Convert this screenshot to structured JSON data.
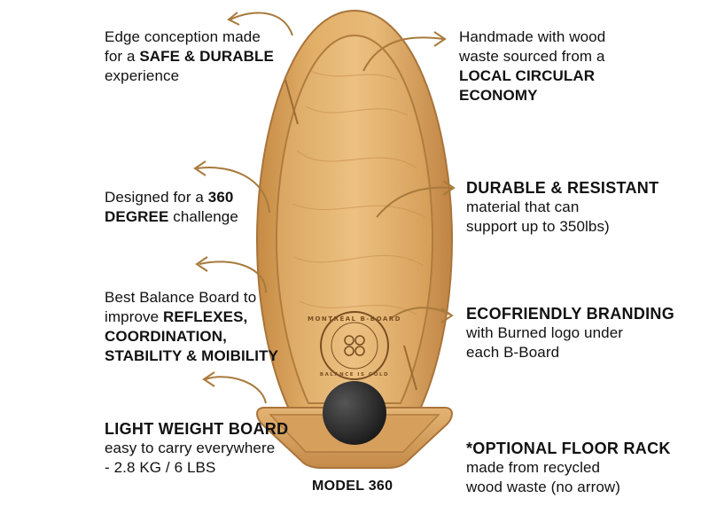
{
  "callouts": {
    "edge": {
      "line1": "Edge conception made",
      "line2_pre": "for a ",
      "line2_bold": "SAFE & DURABLE",
      "line3": "experience"
    },
    "handmade": {
      "line1": "Handmade with wood",
      "line2": "waste sourced from a",
      "line3_bold": "LOCAL CIRCULAR",
      "line4_bold": "ECONOMY"
    },
    "degree": {
      "line1_pre": "Designed for a ",
      "line1_bold": "360",
      "line2_bold": "DEGREE",
      "line2_post": " challenge"
    },
    "durable": {
      "heading": "DURABLE & RESISTANT",
      "line1": "material that can",
      "line2": "support up to 350lbs)"
    },
    "balance": {
      "line1": "Best Balance Board to",
      "line2_pre": "improve ",
      "line2_bold": "REFLEXES,",
      "line3_bold": "COORDINATION,",
      "line4_bold": "STABILITY & MOIBILITY"
    },
    "eco": {
      "heading": "ECOFRIENDLY BRANDING",
      "line1": "with  Burned logo under",
      "line2": "each B-Board"
    },
    "light": {
      "heading": "LIGHT WEIGHT BOARD",
      "line1": "easy to carry everywhere",
      "line2": "- 2.8 KG / 6 LBS"
    },
    "rack": {
      "heading": "*OPTIONAL FLOOR RACK",
      "line1": "made from recycled",
      "line2": "wood waste (no arrow)"
    }
  },
  "model_label": "MODEL 360",
  "logo": {
    "top_text": "MONTREAL B-BOARD",
    "bottom_text": "BALANCE IS GOLD"
  },
  "colors": {
    "arrow": "#a87a3c",
    "wood_light": "#e6b770",
    "wood_mid": "#d6a25a",
    "wood_dark": "#b98346",
    "ball": "#2a2a2a",
    "text": "#111111"
  },
  "icons": [
    "curved-arrow-icon",
    "clover-logo-icon",
    "balance-ball",
    "floor-rack"
  ]
}
